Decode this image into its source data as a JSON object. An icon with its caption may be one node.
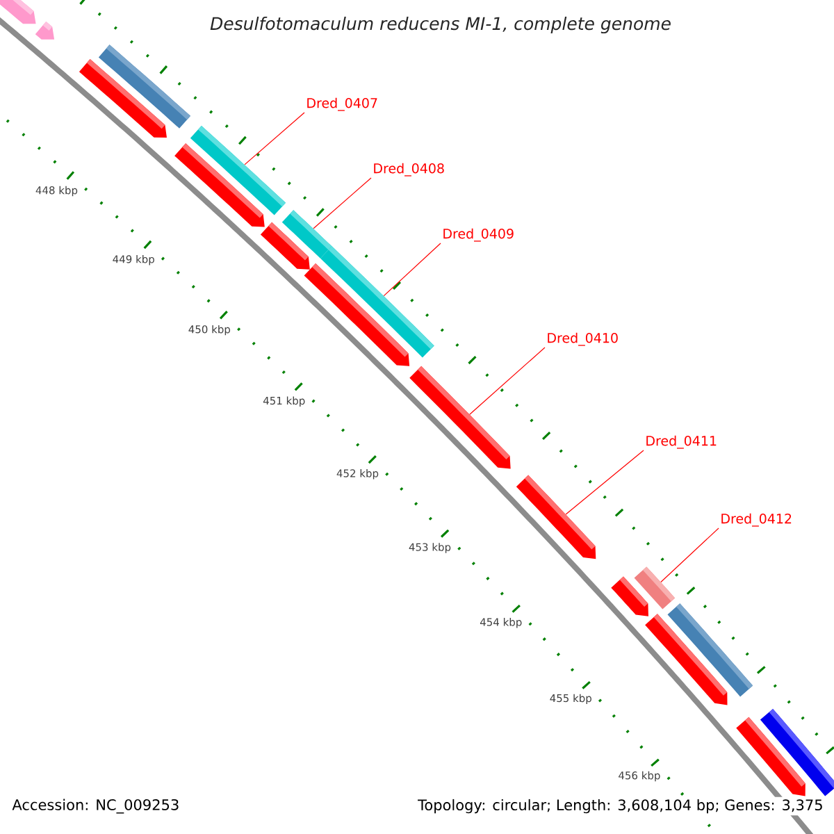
{
  "diagram": {
    "title": "Desulfotomaculum reducens MI-1, complete genome",
    "nodes": [
      {
        "text": [
          "Dred_0407"
        ]
      },
      {
        "text": [
          "Dred_0408"
        ]
      },
      {
        "text": [
          "Dred_0409"
        ]
      },
      {
        "text": [
          "Dred_0410"
        ]
      },
      {
        "text": [
          "Dred_0411"
        ]
      },
      {
        "text": [
          "Dred_0412"
        ]
      },
      {
        "text": [],
        "shape": "arrow"
      },
      {
        "text": [],
        "shape": "arrow"
      },
      {
        "text": [],
        "shape": "arrow"
      },
      {
        "text": [],
        "shape": "bar"
      },
      {
        "text": [],
        "shape": "arrow"
      },
      {
        "text": [],
        "shape": "bar"
      },
      {
        "text": [],
        "shape": "arrow"
      },
      {
        "text": [],
        "shape": "bar"
      },
      {
        "text": [],
        "shape": "arrow"
      },
      {
        "text": [],
        "shape": "bar"
      },
      {
        "text": [],
        "shape": "arrow"
      },
      {
        "text": [],
        "shape": "arrow"
      },
      {
        "text": [],
        "shape": "arrow"
      },
      {
        "text": [],
        "shape": "bar"
      },
      {
        "text": [],
        "shape": "arrow"
      },
      {
        "text": [],
        "shape": "bar"
      },
      {
        "text": [],
        "shape": "arrow"
      },
      {
        "text": [],
        "shape": "bar"
      }
    ],
    "edges": [
      {
        "from": 0,
        "to": 11,
        "arrow": "none"
      },
      {
        "from": 1,
        "to": 13,
        "arrow": "none"
      },
      {
        "from": 2,
        "to": 15,
        "arrow": "none"
      },
      {
        "from": 3,
        "to": 16,
        "arrow": "none"
      },
      {
        "from": 4,
        "to": 17,
        "arrow": "none"
      },
      {
        "from": 5,
        "to": 19,
        "arrow": "none"
      }
    ],
    "labels": [
      "448 kbp",
      "449 kbp",
      "450 kbp",
      "451 kbp",
      "452 kbp",
      "453 kbp",
      "454 kbp",
      "455 kbp",
      "456 kbp",
      "Accession: NC_009253",
      "Topology: circular; Length: 3,608,104 bp; Genes: 3,375"
    ]
  }
}
